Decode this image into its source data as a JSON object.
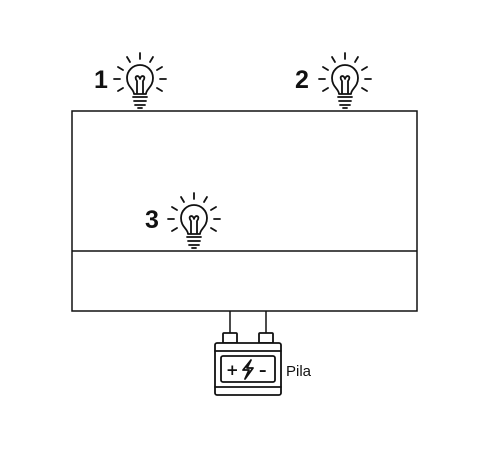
{
  "bulbs": [
    {
      "label": "1"
    },
    {
      "label": "2"
    },
    {
      "label": "3"
    }
  ],
  "battery": {
    "label": "Pila",
    "positive_symbol": "+",
    "negative_symbol": "–",
    "icon": "lightning-bolt-icon"
  },
  "colors": {
    "line": "#111111",
    "background": "#ffffff"
  }
}
